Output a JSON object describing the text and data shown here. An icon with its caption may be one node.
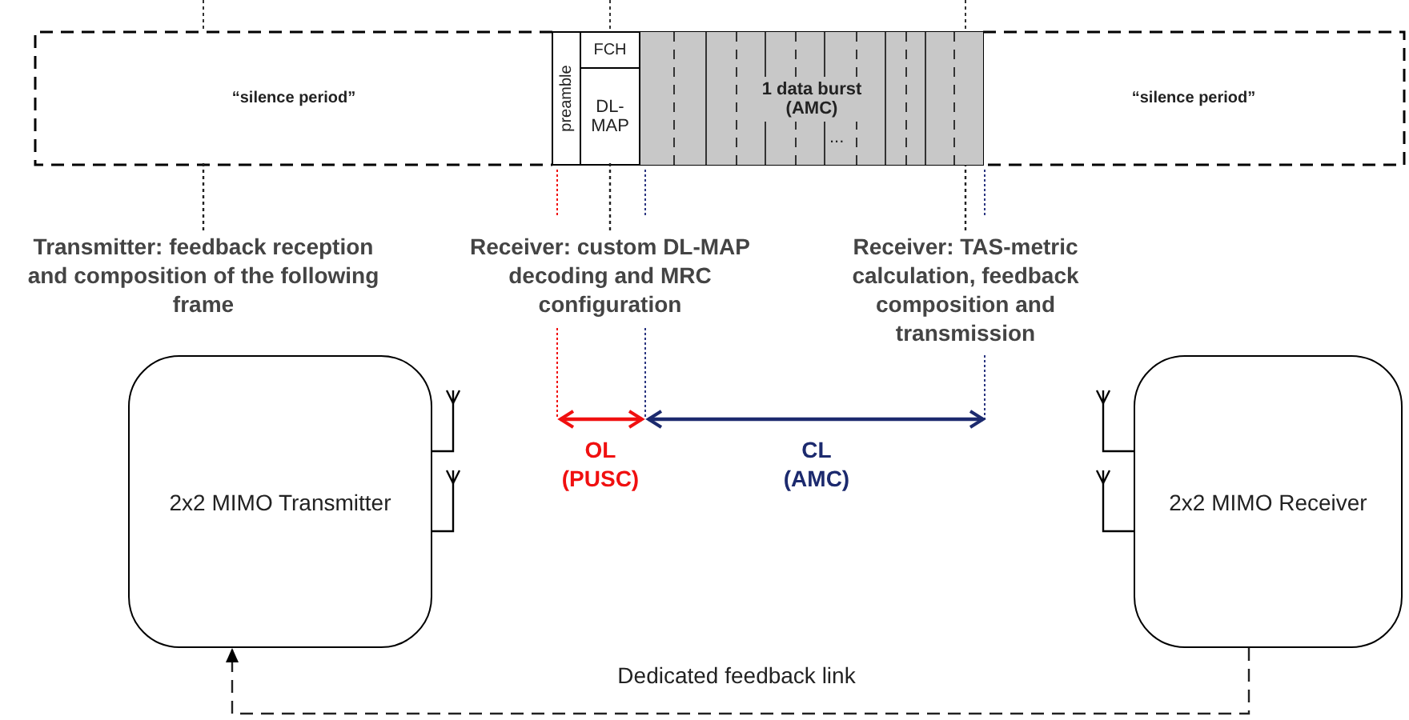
{
  "diagram": {
    "nodes": [
      {
        "text": [
          "“silence period”"
        ]
      },
      {
        "text": [
          "preamble"
        ]
      },
      {
        "text": [
          "FCH"
        ]
      },
      {
        "text": [
          "DL-MAP"
        ]
      },
      {
        "text": [
          "1 data burst (AMC)",
          "..."
        ]
      },
      {
        "text": [
          "“silence period”"
        ]
      },
      {
        "text": [
          "2x2 MIMO Transmitter"
        ]
      },
      {
        "text": [
          "2x2 MIMO Receiver"
        ]
      },
      {
        "text": [
          "Transmitter: feedback reception and composition of the following frame"
        ]
      },
      {
        "text": [
          "Receiver: custom DL-MAP decoding and MRC configuration"
        ]
      },
      {
        "text": [
          "Receiver: TAS-metric calculation, feedback composition and transmission"
        ]
      }
    ],
    "edges": [
      {
        "from": 8,
        "to": 0,
        "arrow": "none",
        "style": "dashed"
      },
      {
        "from": 9,
        "to": 3,
        "arrow": "none",
        "style": "dashed"
      },
      {
        "from": 10,
        "to": 4,
        "arrow": "none",
        "style": "dashed"
      },
      {
        "from": 7,
        "to": 6,
        "arrow": "to",
        "style": "dashed",
        "label": "Dedicated feedback link"
      }
    ],
    "labels": [
      "OL (PUSC)",
      "CL (AMC)"
    ]
  }
}
